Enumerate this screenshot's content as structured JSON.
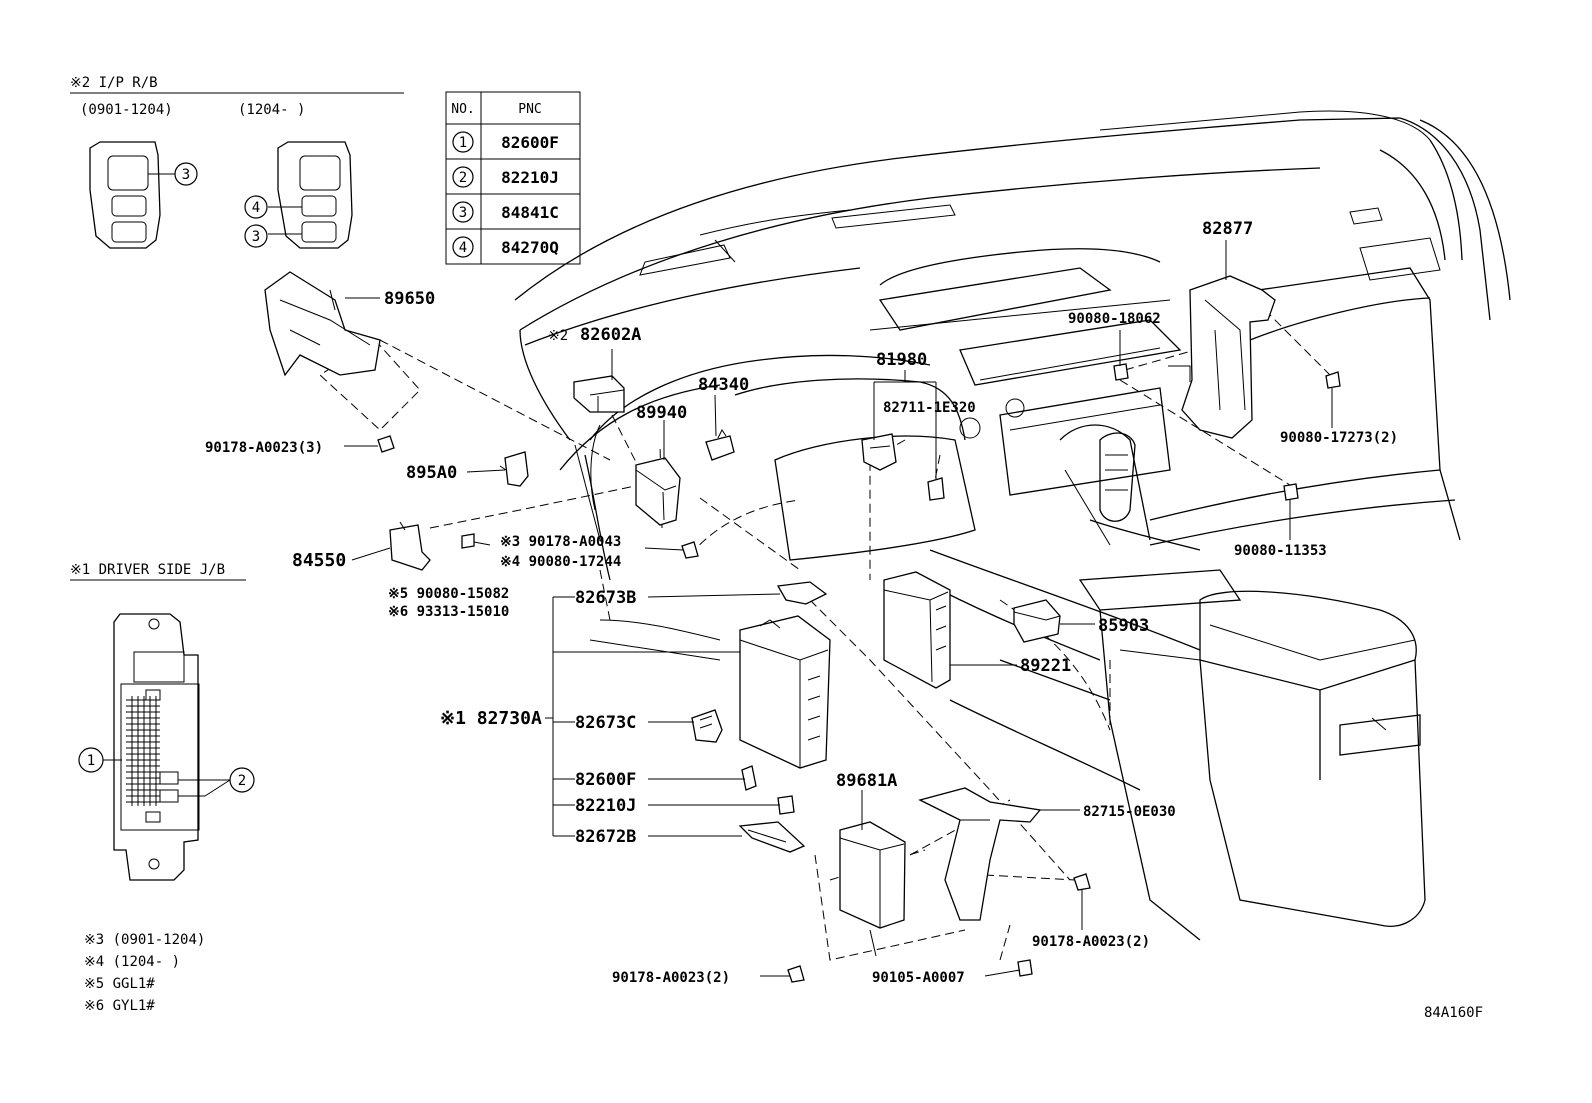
{
  "inset_ipr": {
    "title": "※2 I/P R/B",
    "range_a": "(0901-1204)",
    "range_b": "(1204-      )"
  },
  "pnc_table": {
    "col_no": "NO.",
    "col_pnc": "PNC",
    "rows": [
      {
        "no": "1",
        "pnc": "82600F"
      },
      {
        "no": "2",
        "pnc": "82210J"
      },
      {
        "no": "3",
        "pnc": "84841C"
      },
      {
        "no": "4",
        "pnc": "84270Q"
      }
    ]
  },
  "inset_jb": {
    "title": "※1 DRIVER SIDE J/B"
  },
  "callout_numbers": [
    "1",
    "2",
    "3",
    "4"
  ],
  "parts": {
    "p89650": "89650",
    "p90178_3": "90178-A0023(3)",
    "p895A0": "895A0",
    "p84550": "84550",
    "p90080_15082": "※5 90080-15082",
    "p93313": "※6 93313-15010",
    "p82602A_mark": "※2",
    "p82602A": "82602A",
    "p84340": "84340",
    "p89940": "89940",
    "p90178_43": "※3 90178-A0043",
    "p90080_17244": "※4 90080-17244",
    "p82673B": "82673B",
    "p82730A": "※1 82730A",
    "p82673C": "82673C",
    "p82600F": "82600F",
    "p82210J": "82210J",
    "p82672B": "82672B",
    "p81980": "81980",
    "p82711": "82711-1E320",
    "p89221": "89221",
    "p85903": "85903",
    "p89681A": "89681A",
    "p82715": "82715-0E030",
    "p90178_2a": "90178-A0023(2)",
    "p90178_2b": "90178-A0023(2)",
    "p90105": "90105-A0007",
    "p82877": "82877",
    "p90080_18062": "90080-18062",
    "p90080_17273": "90080-17273(2)",
    "p90080_11353": "90080-11353"
  },
  "notes": [
    "※3 (0901-1204)",
    "※4 (1204-      )",
    "※5 GGL1#",
    "※6 GYL1#"
  ],
  "figure_code": "84A160F"
}
